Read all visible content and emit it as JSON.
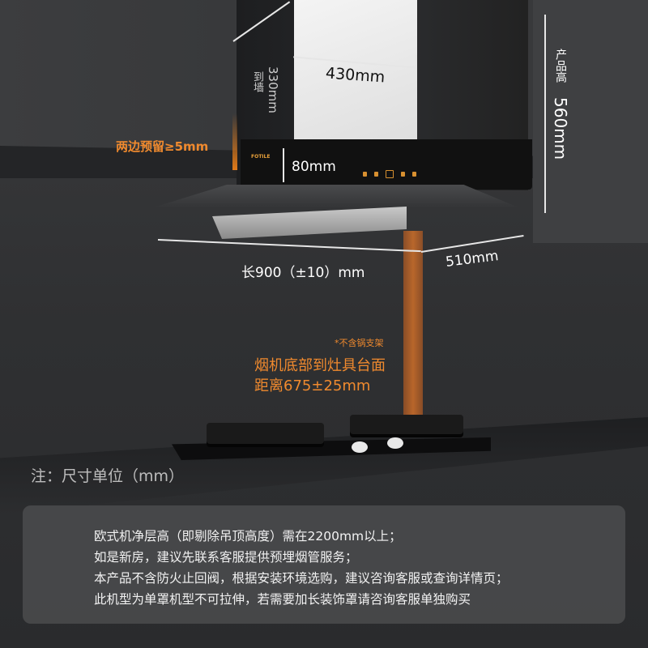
{
  "brand": "FOTILE",
  "dimensions": {
    "width_top": "430mm",
    "depth_to_wall": "330mm",
    "depth_to_wall_label": "到墙",
    "panel_height": "80mm",
    "product_height_label": "产品高",
    "product_height": "560mm",
    "side_clearance": "两边预留≥5mm",
    "length": "长900（±10）mm",
    "depth": "510mm"
  },
  "install": {
    "footnote": "*不含锅支架",
    "line1": "烟机底部到灶具台面",
    "line2": "距离675±25mm"
  },
  "unit_note": "注：尺寸单位（mm）",
  "info_lines": [
    "欧式机净层高（即剔除吊顶高度）需在2200mm以上；",
    "如是新房，建议先联系客服提供预埋烟管服务；",
    "本产品不含防火止回阀，根据安装环境选购，建议咨询客服或查询详情页；",
    "此机型为单罩机型不可拉伸，若需要加长装饰罩请咨询客服单独购买"
  ],
  "colors": {
    "accent": "#f08a2e",
    "background": "#2e2f31"
  }
}
